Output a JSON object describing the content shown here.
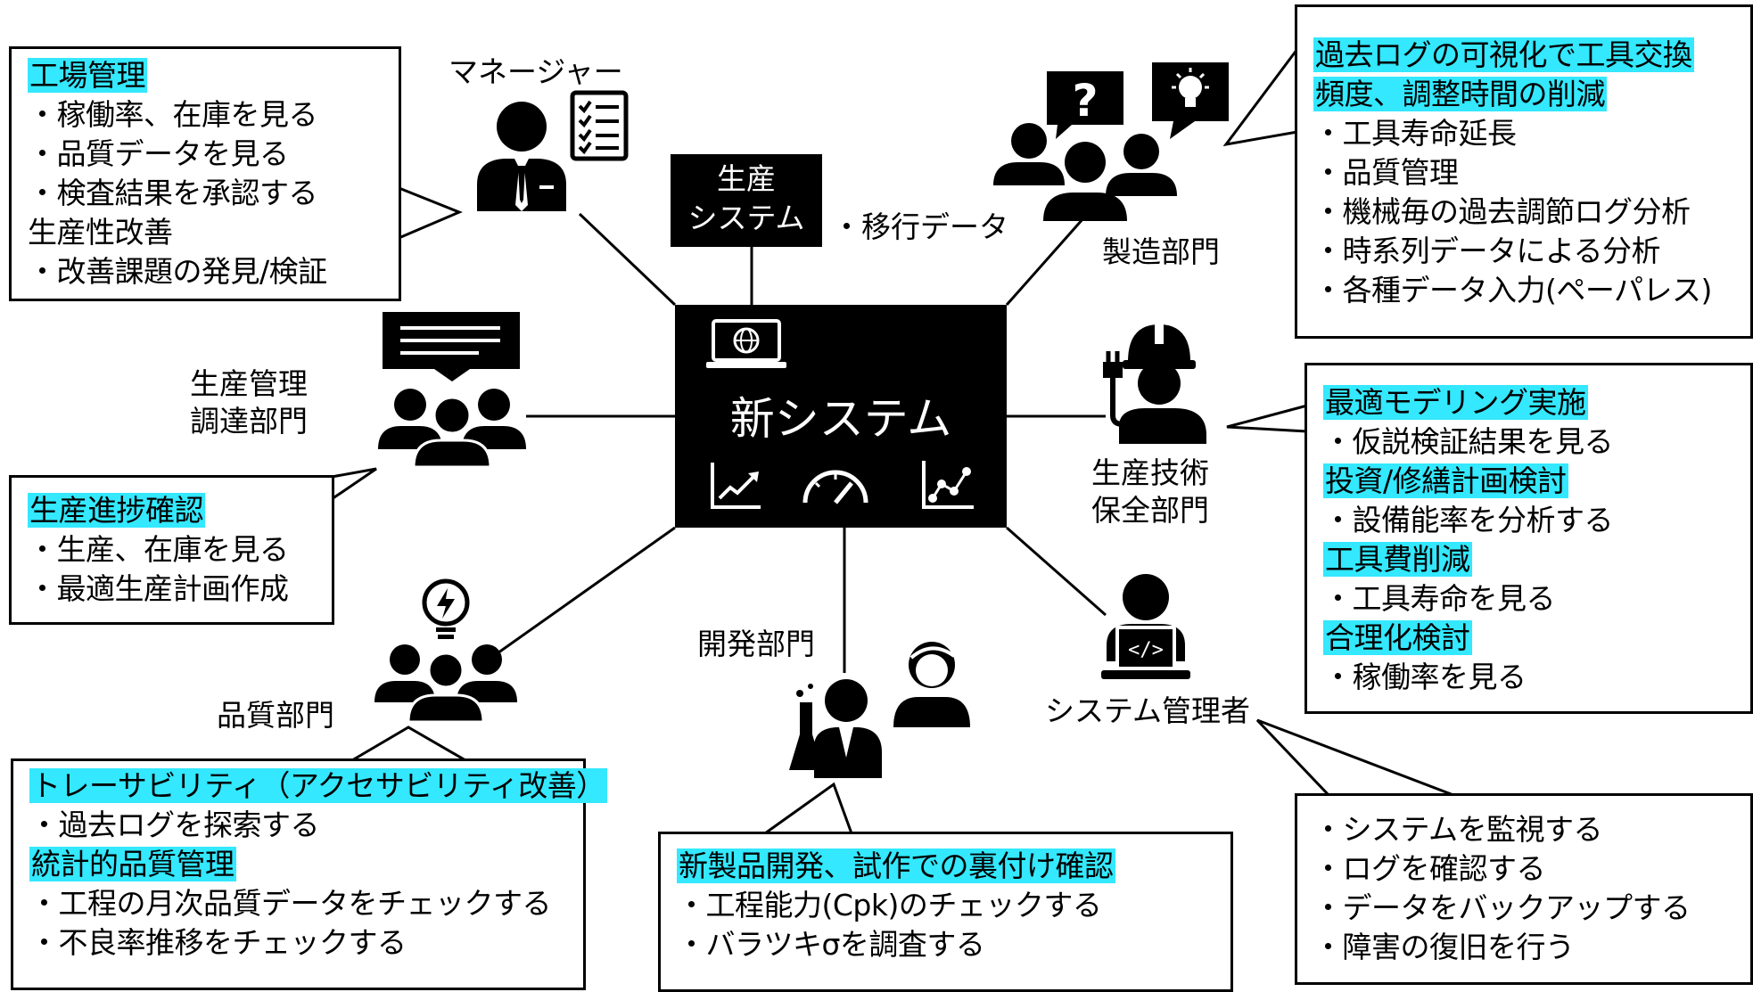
{
  "center": {
    "title": "新システム"
  },
  "production_system": {
    "line1": "生産",
    "line2": "システム"
  },
  "migration_label": "・移行データ",
  "roles": {
    "manager": "マネージャー",
    "manufacturing": "製造部門",
    "prod_mgmt_line1": "生産管理",
    "prod_mgmt_line2": "調達部門",
    "prod_eng_line1": "生産技術",
    "prod_eng_line2": "保全部門",
    "quality": "品質部門",
    "development": "開発部門",
    "sysadmin": "システム管理者"
  },
  "boxes": {
    "manager": [
      {
        "text": "工場管理",
        "highlight": true
      },
      {
        "text": "・稼働率、在庫を見る",
        "highlight": false
      },
      {
        "text": "・品質データを見る",
        "highlight": false
      },
      {
        "text": "・検査結果を承認する",
        "highlight": false
      },
      {
        "text": "生産性改善",
        "highlight": false
      },
      {
        "text": "・改善課題の発見/検証",
        "highlight": false
      }
    ],
    "manufacturing": [
      {
        "text": "過去ログの可視化で工具交換",
        "highlight": true
      },
      {
        "text": "頻度、調整時間の削減",
        "highlight": true
      },
      {
        "text": "・工具寿命延長",
        "highlight": false
      },
      {
        "text": "・品質管理",
        "highlight": false
      },
      {
        "text": "・機械毎の過去調節ログ分析",
        "highlight": false
      },
      {
        "text": "・時系列データによる分析",
        "highlight": false
      },
      {
        "text": "・各種データ入力(ペーパレス)",
        "highlight": false
      }
    ],
    "prod_mgmt": [
      {
        "text": "生産進捗確認",
        "highlight": true
      },
      {
        "text": "・生産、在庫を見る",
        "highlight": false
      },
      {
        "text": "・最適生産計画作成",
        "highlight": false
      }
    ],
    "prod_eng": [
      {
        "text": "最適モデリング実施",
        "highlight": true
      },
      {
        "text": "・仮説検証結果を見る",
        "highlight": false
      },
      {
        "text": "投資/修繕計画検討",
        "highlight": true
      },
      {
        "text": "・設備能率を分析する",
        "highlight": false
      },
      {
        "text": "工具費削減",
        "highlight": true
      },
      {
        "text": "・工具寿命を見る",
        "highlight": false
      },
      {
        "text": "合理化検討",
        "highlight": true
      },
      {
        "text": "・稼働率を見る",
        "highlight": false
      }
    ],
    "quality": [
      {
        "text": "トレーサビリティ（アクセサビリティ改善）",
        "highlight": true
      },
      {
        "text": "・過去ログを探索する",
        "highlight": false
      },
      {
        "text": "統計的品質管理",
        "highlight": true
      },
      {
        "text": "・工程の月次品質データをチェックする",
        "highlight": false
      },
      {
        "text": "・不良率推移をチェックする",
        "highlight": false
      }
    ],
    "development": [
      {
        "text": "新製品開発、試作での裏付け確認",
        "highlight": true
      },
      {
        "text": "・工程能力(Cpk)のチェックする",
        "highlight": false
      },
      {
        "text": "・バラツキσを調査する",
        "highlight": false
      }
    ],
    "sysadmin": [
      {
        "text": "・システムを監視する",
        "highlight": false
      },
      {
        "text": "・ログを確認する",
        "highlight": false
      },
      {
        "text": "・データをバックアップする",
        "highlight": false
      },
      {
        "text": "・障害の復旧を行う",
        "highlight": false
      }
    ]
  },
  "icons": [
    "laptop-globe-icon",
    "line-chart-icon",
    "gauge-icon",
    "scatter-chart-icon",
    "manager-icon",
    "checklist-icon",
    "question-bubble-icon",
    "idea-bubble-icon",
    "team-icon",
    "meeting-board-icon",
    "worker-helmet-icon",
    "lightbulb-team-icon",
    "scientist-icon",
    "developer-icon"
  ],
  "colors": {
    "highlight": "#33e8ff",
    "dark": "#000000"
  }
}
